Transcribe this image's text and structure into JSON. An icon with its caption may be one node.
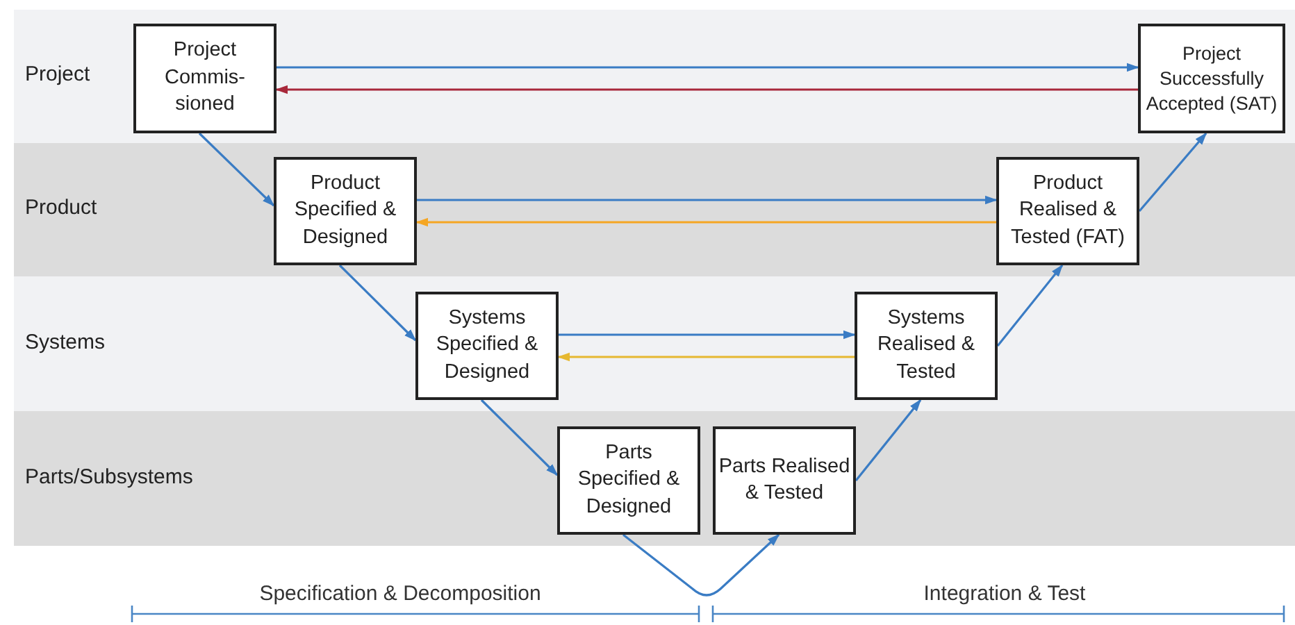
{
  "diagram": {
    "nodes": [
      {
        "text": [
          "Project"
        ]
      },
      {
        "text": [
          "Project Commis- sioned"
        ],
        "in": 0
      },
      {
        "text": [
          "Project Successfully Accepted (SAT)"
        ],
        "in": 0
      },
      {
        "text": [
          "Product"
        ]
      },
      {
        "text": [
          "Product Specified & Designed"
        ],
        "in": 3
      },
      {
        "text": [
          "Product Realised & Tested (FAT)"
        ],
        "in": 3
      },
      {
        "text": [
          "Systems"
        ]
      },
      {
        "text": [
          "Systems Specified & Designed"
        ],
        "in": 6
      },
      {
        "text": [
          "Systems Realised & Tested"
        ],
        "in": 6
      },
      {
        "text": [
          "Parts/Subsystems"
        ]
      },
      {
        "text": [
          "Parts Specified & Designed"
        ],
        "in": 9
      },
      {
        "text": [
          "Parts Realised & Tested"
        ],
        "in": 9
      }
    ],
    "edges": [
      {
        "from": 1,
        "to": 2,
        "arrow": "to"
      },
      {
        "from": 2,
        "to": 1,
        "arrow": "to",
        "color": "#a8283a"
      },
      {
        "from": 1,
        "to": 4,
        "arrow": "to"
      },
      {
        "from": 4,
        "to": 5,
        "arrow": "to"
      },
      {
        "from": 5,
        "to": 4,
        "arrow": "to",
        "color": "#f5a623"
      },
      {
        "from": 4,
        "to": 7,
        "arrow": "to"
      },
      {
        "from": 7,
        "to": 8,
        "arrow": "to"
      },
      {
        "from": 8,
        "to": 7,
        "arrow": "to",
        "color": "#e6b830"
      },
      {
        "from": 7,
        "to": 10,
        "arrow": "to"
      },
      {
        "from": 10,
        "to": 11,
        "arrow": "to"
      },
      {
        "from": 11,
        "to": 8,
        "arrow": "to"
      },
      {
        "from": 8,
        "to": 5,
        "arrow": "to"
      },
      {
        "from": 5,
        "to": 2,
        "arrow": "to"
      }
    ],
    "labels": [
      "Specification & Decomposition",
      "Integration & Test"
    ]
  }
}
